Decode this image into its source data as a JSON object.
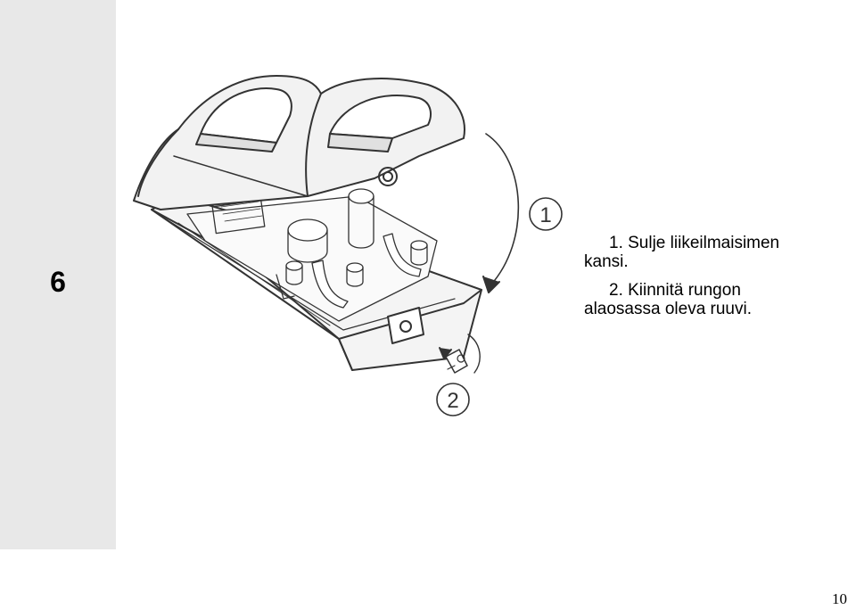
{
  "step": {
    "number": "6"
  },
  "instructions": {
    "step1": {
      "line1": "1. Sulje liikeilmaisimen",
      "line2": "kansi."
    },
    "step2": {
      "line1": "2. Kiinnitä rungon",
      "line2": "alaosassa oleva ruuvi."
    }
  },
  "illustration": {
    "callout1": "1",
    "callout2": "2",
    "icons": [
      "motion-detector-illustration",
      "curved-arrow-icon",
      "screw-icon"
    ]
  },
  "footer": {
    "page_number": "10"
  },
  "colors": {
    "sidebar": "#e8e8e8",
    "line": "#333333"
  }
}
